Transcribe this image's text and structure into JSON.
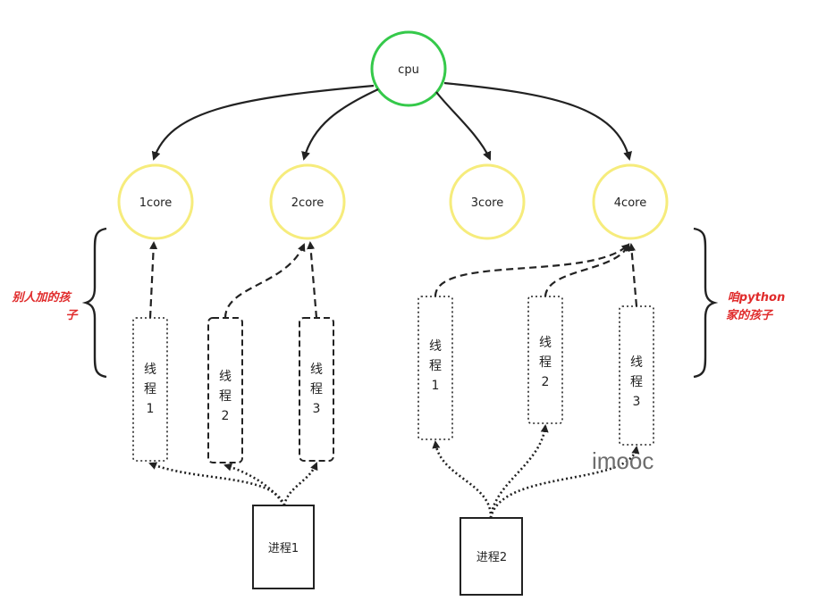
{
  "cpu": {
    "label": "cpu",
    "color": "#35c94a"
  },
  "cores": [
    {
      "label": "1core"
    },
    {
      "label": "2core"
    },
    {
      "label": "3core"
    },
    {
      "label": "4core"
    }
  ],
  "core_color": "#f6ec7c",
  "process1": {
    "label": "进程1",
    "threads": [
      {
        "line1": "线",
        "line2": "程",
        "line3": "1"
      },
      {
        "line1": "线",
        "line2": "程",
        "line3": "2"
      },
      {
        "line1": "线",
        "line2": "程",
        "line3": "3"
      }
    ]
  },
  "process2": {
    "label": "进程2",
    "threads": [
      {
        "line1": "线",
        "line2": "程",
        "line3": "1"
      },
      {
        "line1": "线",
        "line2": "程",
        "line3": "2"
      },
      {
        "line1": "线",
        "line2": "程",
        "line3": "3"
      }
    ]
  },
  "annotations": {
    "left_line1": "别人加的孩",
    "left_line2": "子",
    "right_line1": "咱python",
    "right_line2": "家的孩子",
    "color": "#e02b2b"
  },
  "watermark": "imooc"
}
